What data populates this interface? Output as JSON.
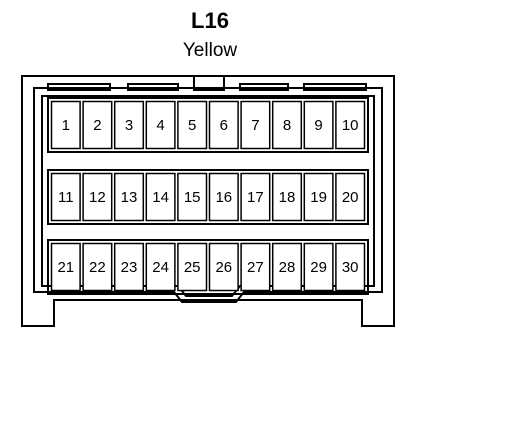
{
  "connector": {
    "id": "L16",
    "color": "Yellow"
  },
  "rows": [
    [
      "1",
      "2",
      "3",
      "4",
      "5",
      "6",
      "7",
      "8",
      "9",
      "10"
    ],
    [
      "11",
      "12",
      "13",
      "14",
      "15",
      "16",
      "17",
      "18",
      "19",
      "20"
    ],
    [
      "21",
      "22",
      "23",
      "24",
      "25",
      "26",
      "27",
      "28",
      "29",
      "30"
    ]
  ],
  "style": {
    "stroke": "#000000",
    "fill": "#ffffff"
  }
}
